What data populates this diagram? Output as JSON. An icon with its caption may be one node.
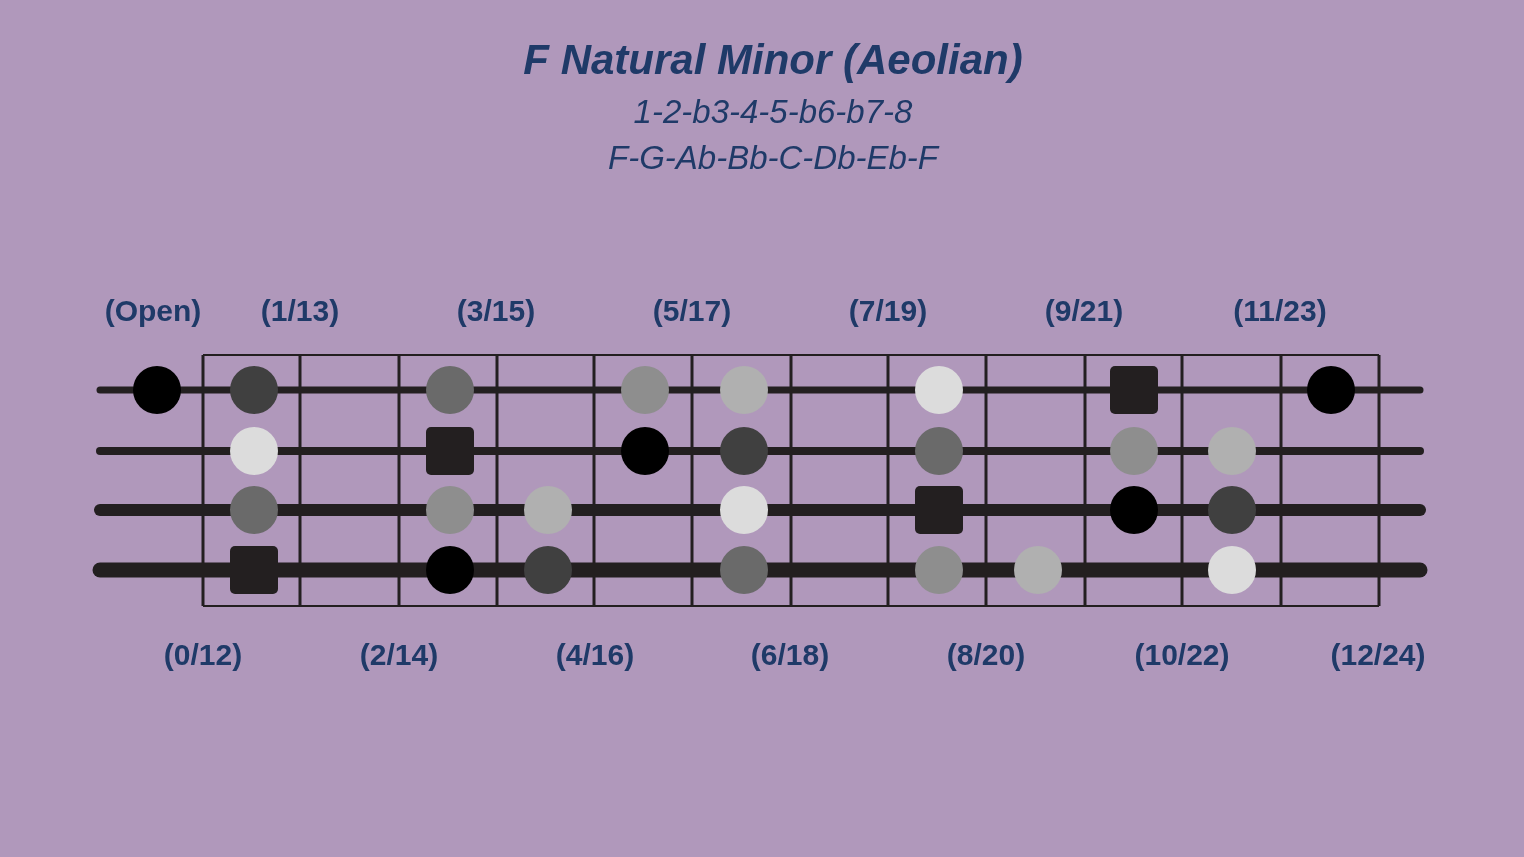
{
  "diagram": {
    "title": "F Natural Minor (Aeolian)",
    "labels": [
      "1-2-b3-4-5-b6-b7-8",
      "F-G-Ab-Bb-C-Db-Eb-F",
      "(Open)",
      "(1/13)",
      "(3/15)",
      "(5/17)",
      "(7/19)",
      "(9/21)",
      "(11/23)",
      "(0/12)",
      "(2/14)",
      "(4/16)",
      "(6/18)",
      "(8/20)",
      "(10/22)",
      "(12/24)"
    ]
  }
}
